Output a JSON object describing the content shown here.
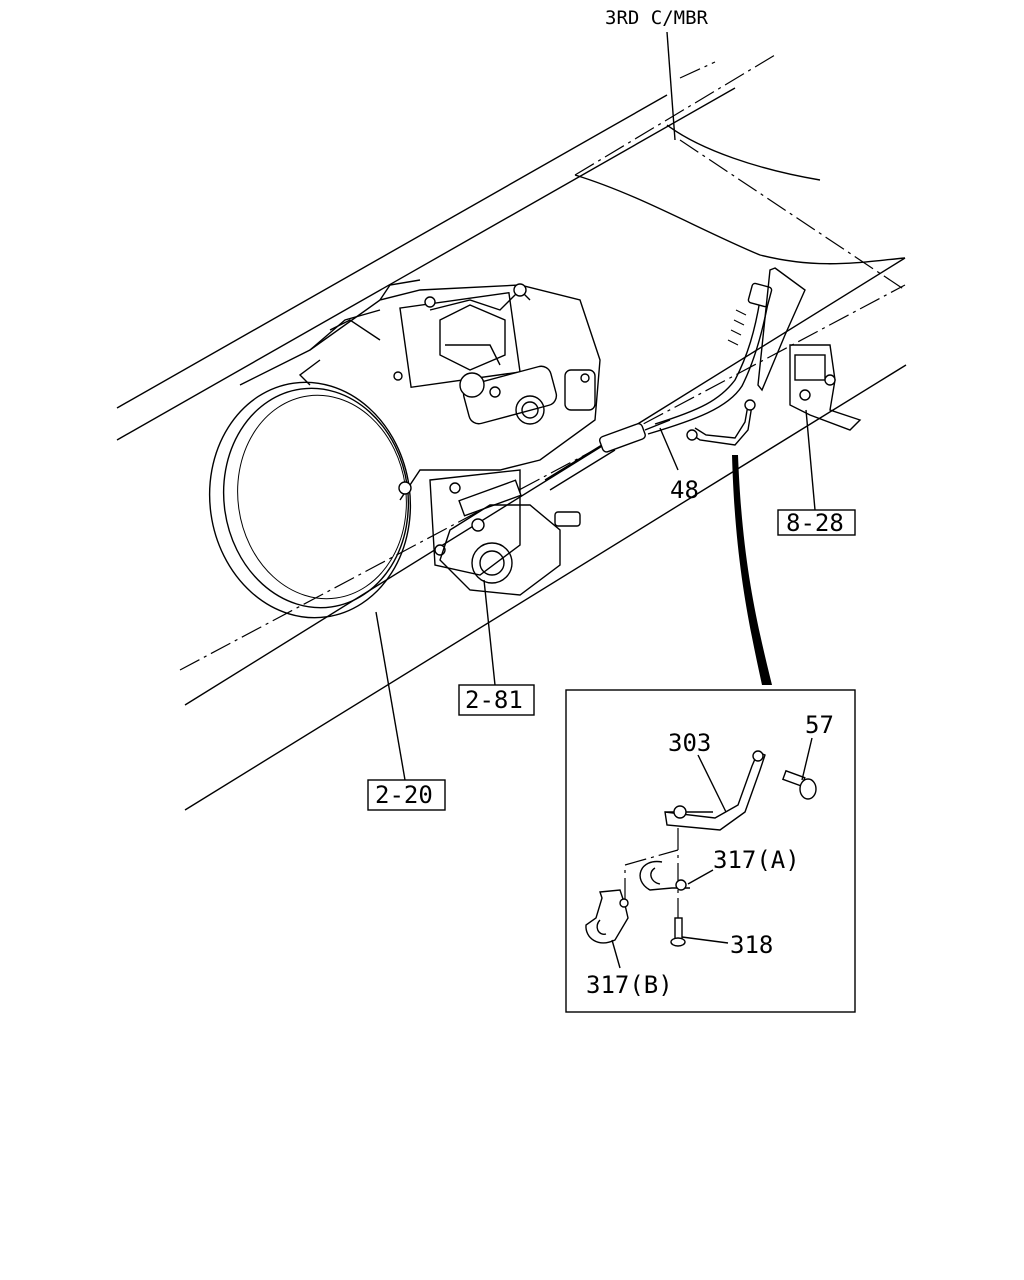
{
  "diagram": {
    "frame_label": "3RD C/MBR",
    "callouts": {
      "hose": "48",
      "ref_8_28": "8-28",
      "ref_2_81": "2-81",
      "ref_2_20": "2-20"
    },
    "detail": {
      "bracket": "303",
      "bolt": "57",
      "clip_a": "317(A)",
      "screw": "318",
      "clip_b": "317(B)"
    }
  }
}
